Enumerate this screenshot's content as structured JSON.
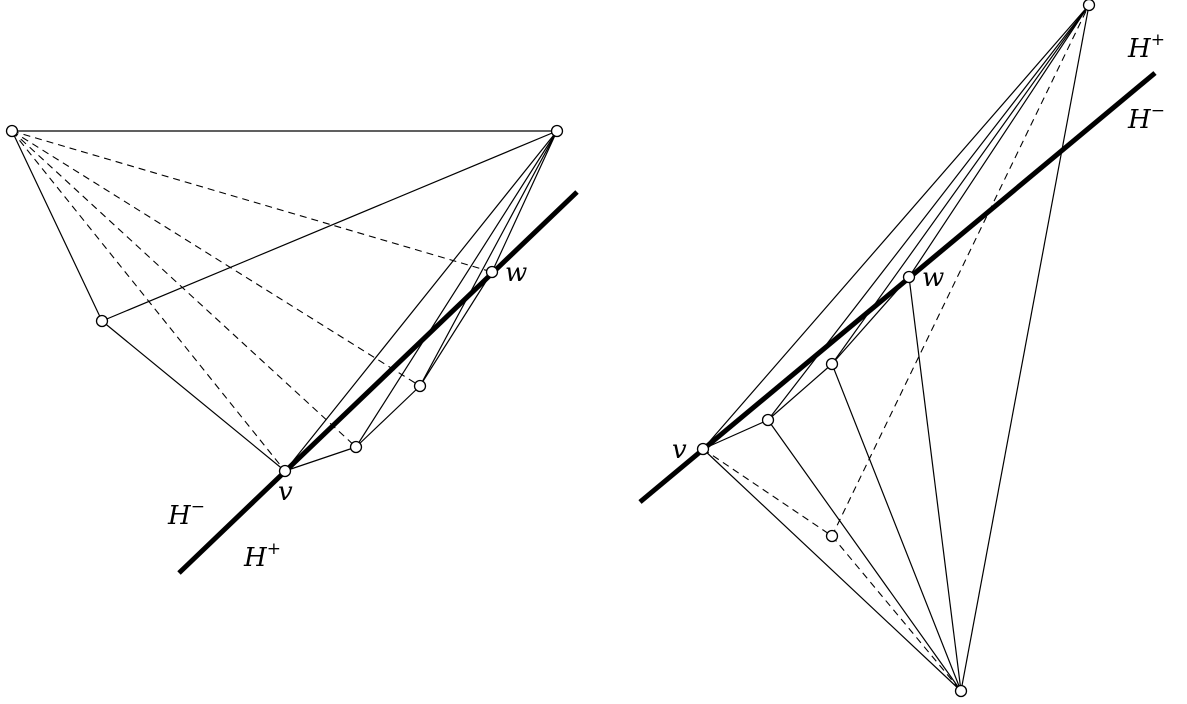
{
  "labels": {
    "v": "v",
    "w": "w",
    "h_letter": "H",
    "plus": "+",
    "minus": "−"
  }
}
